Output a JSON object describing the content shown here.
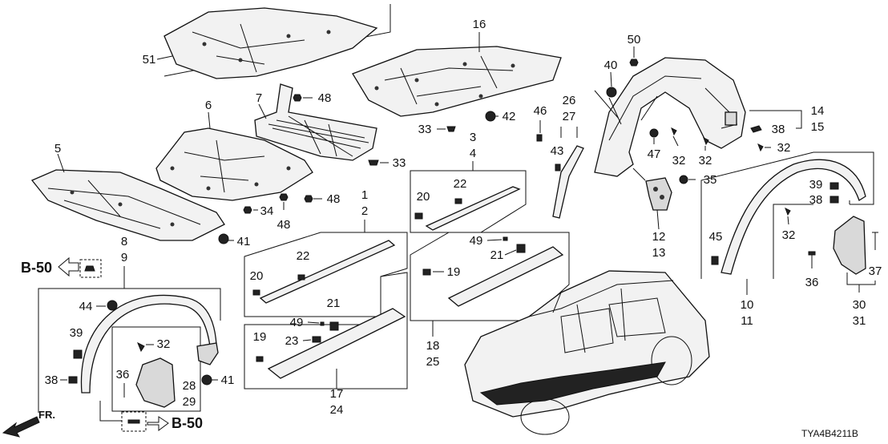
{
  "diagram_code": "TYA4B4211B",
  "front_label": "FR.",
  "ref_labels": {
    "top": "B-50",
    "bottom": "B-50"
  },
  "callouts": {
    "c51": "51",
    "c16": "16",
    "c50": "50",
    "c40": "40",
    "c7": "7",
    "c48a": "48",
    "c6": "6",
    "c42": "42",
    "c33a": "33",
    "c3": "3",
    "c4": "4",
    "c46": "46",
    "c26": "26",
    "c27": "27",
    "c43": "43",
    "c14": "14",
    "c15": "15",
    "c38a": "38",
    "c47": "47",
    "c32a": "32",
    "c32b": "32",
    "c32c": "32",
    "c5": "5",
    "c33b": "33",
    "c48b": "48",
    "c48c": "48",
    "c34": "34",
    "c22a": "22",
    "c20a": "20",
    "c35": "35",
    "c39a": "39",
    "c38b": "38",
    "c1": "1",
    "c2": "2",
    "c41a": "41",
    "c12": "12",
    "c13": "13",
    "c32d": "32",
    "c45": "45",
    "c8": "8",
    "c9": "9",
    "c22b": "22",
    "c20b": "20",
    "c49a": "49",
    "c21a": "21",
    "c19a": "19",
    "c37": "37",
    "c36a": "36",
    "c44": "44",
    "c21b": "21",
    "c49b": "49",
    "c10": "10",
    "c11": "11",
    "c30": "30",
    "c31": "31",
    "c39b": "39",
    "c32e": "32",
    "c23": "23",
    "c19b": "19",
    "c18": "18",
    "c25": "25",
    "c38c": "38",
    "c36b": "36",
    "c28": "28",
    "c29": "29",
    "c41b": "41",
    "c17": "17",
    "c24": "24"
  },
  "colors": {
    "ink": "#111111",
    "part_fill": "#f2f2f2",
    "background": "#ffffff"
  }
}
